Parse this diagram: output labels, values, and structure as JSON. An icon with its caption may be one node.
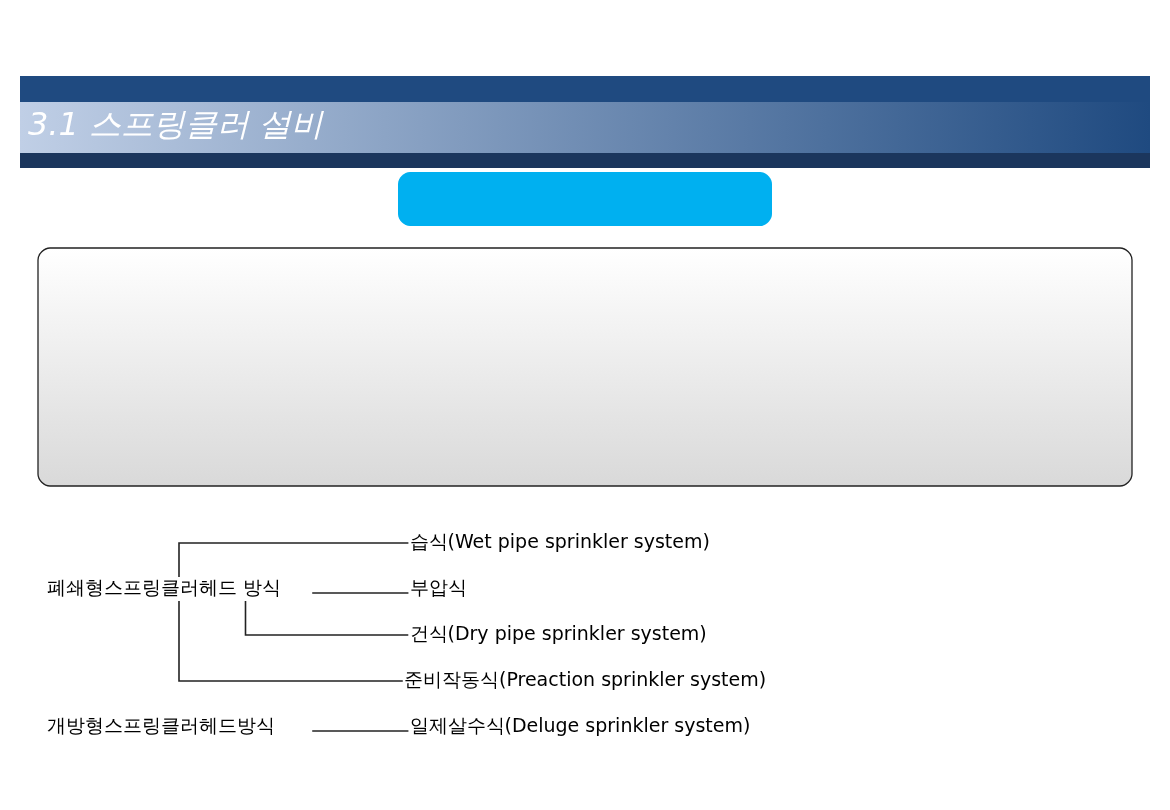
{
  "diagram": {
    "title": "3.1 스프링클러 설비",
    "nodes": [
      {
        "text": [],
        "shape": "bar"
      },
      {
        "text": [],
        "shape": "box"
      },
      {
        "text": [
          "폐쇄형스프링클러헤드 방식"
        ]
      },
      {
        "text": [
          "습식(Wet pipe sprinkler system)"
        ]
      },
      {
        "text": [
          "부압식"
        ]
      },
      {
        "text": [
          "건식(Dry pipe sprinkler system)"
        ]
      },
      {
        "text": [
          "준비작동식(Preaction sprinkler system)"
        ]
      },
      {
        "text": [
          "개방형스프링클러헤드방식"
        ]
      },
      {
        "text": [
          "일제살수식(Deluge sprinkler system)"
        ]
      }
    ],
    "edges": [
      {
        "from": 2,
        "to": 3,
        "arrow": "none"
      },
      {
        "from": 2,
        "to": 4,
        "arrow": "none"
      },
      {
        "from": 2,
        "to": 5,
        "arrow": "none"
      },
      {
        "from": 2,
        "to": 6,
        "arrow": "none"
      },
      {
        "from": 7,
        "to": 8,
        "arrow": "none"
      }
    ]
  }
}
